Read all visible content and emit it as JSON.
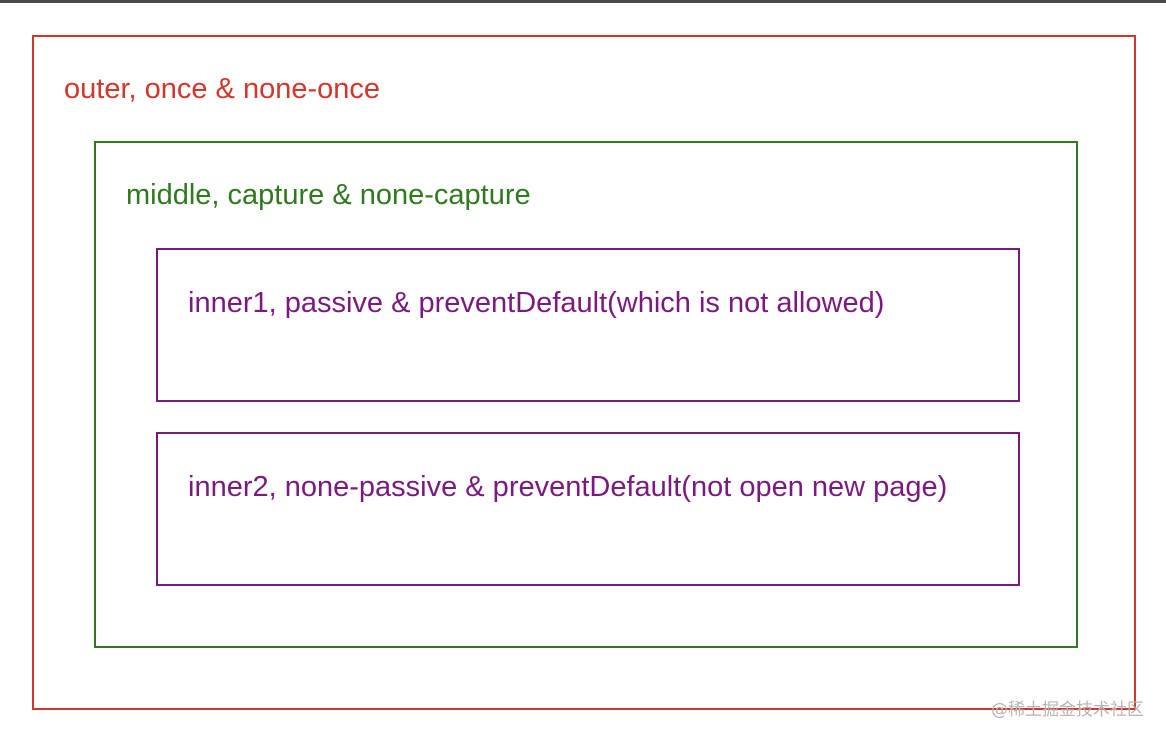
{
  "boxes": {
    "outer": {
      "label": "outer, once & none-once",
      "color": "#d2372b"
    },
    "middle": {
      "label": "middle, capture & none-capture",
      "color": "#2f7a1f"
    },
    "inner1": {
      "label": "inner1, passive & preventDefault(which is not allowed)",
      "color": "#7a1a7f"
    },
    "inner2": {
      "label": "inner2, none-passive & preventDefault(not open new page)",
      "color": "#7a1a7f"
    }
  },
  "watermark": {
    "text": "@稀土掘金技术社区"
  }
}
